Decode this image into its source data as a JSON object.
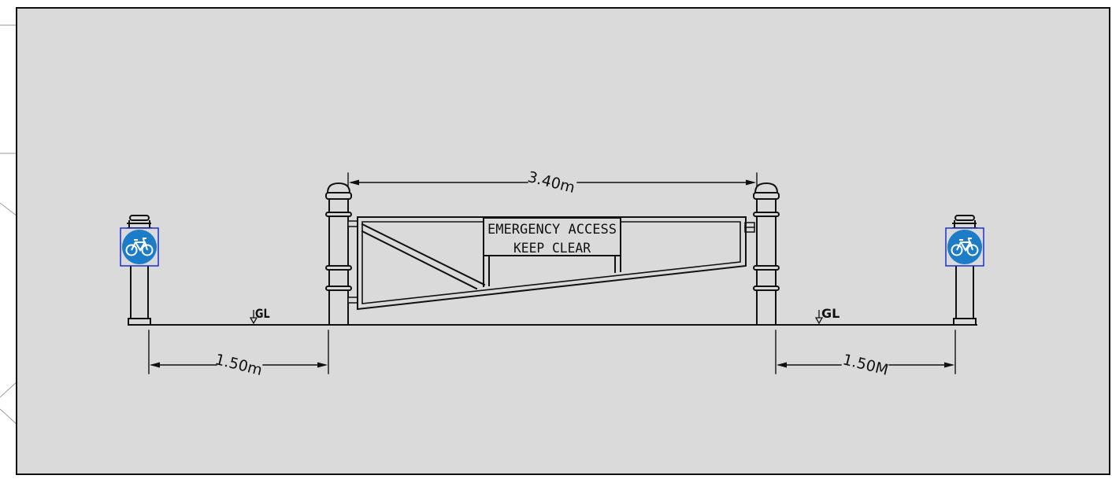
{
  "drawing": {
    "background_color": "#dadada",
    "line_color": "#111111",
    "sign_blue": "#1c7cc7"
  },
  "dimensions": {
    "gate_width": "3.40m",
    "left_offset": "1.50m",
    "right_offset": "1.50M"
  },
  "ground_labels": {
    "left": "GL",
    "right": "GL"
  },
  "gate_sign": {
    "line1": "EMERGENCY ACCESS",
    "line2": "KEEP CLEAR"
  },
  "cycle_signs": {
    "left_icon": "bicycle-icon",
    "right_icon": "bicycle-icon"
  }
}
